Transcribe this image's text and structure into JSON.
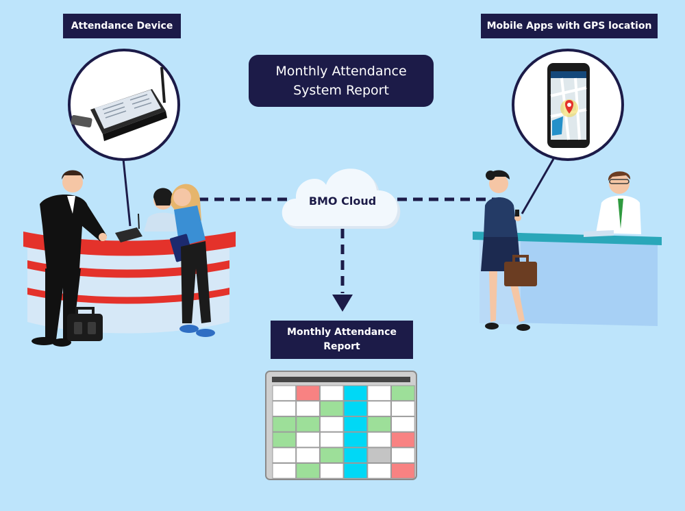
{
  "labels": {
    "attendance_device": "Attendance Device",
    "mobile_apps": "Mobile Apps with GPS location",
    "title": "Monthly Attendance System Report",
    "cloud": "BMO Cloud",
    "report": "Monthly Attendance Report"
  },
  "colors": {
    "background": "#bde4fb",
    "label_bg": "#1c1b48",
    "connector": "#1c1b48",
    "cloud": "#f2f8fd",
    "counter_red": "#e4322b",
    "desk_teal": "#2aa7b9",
    "cell_white": "#ffffff",
    "cell_green": "#9ddf99",
    "cell_cyan": "#00d8f6",
    "cell_red": "#f88282",
    "cell_gray": "#c4c4c4"
  },
  "icons": [
    "attendance-terminal-icon",
    "smartphone-map-icon",
    "map-pin-icon",
    "cloud-icon",
    "briefcase-icon"
  ],
  "calendar_grid": [
    [
      "w",
      "r",
      "w",
      "c",
      "w",
      "g"
    ],
    [
      "w",
      "w",
      "g",
      "c",
      "w",
      "w"
    ],
    [
      "g",
      "g",
      "w",
      "c",
      "g",
      "w"
    ],
    [
      "g",
      "w",
      "w",
      "c",
      "w",
      "r"
    ],
    [
      "w",
      "w",
      "g",
      "c",
      "s",
      "w"
    ],
    [
      "w",
      "g",
      "w",
      "c",
      "w",
      "r"
    ]
  ]
}
